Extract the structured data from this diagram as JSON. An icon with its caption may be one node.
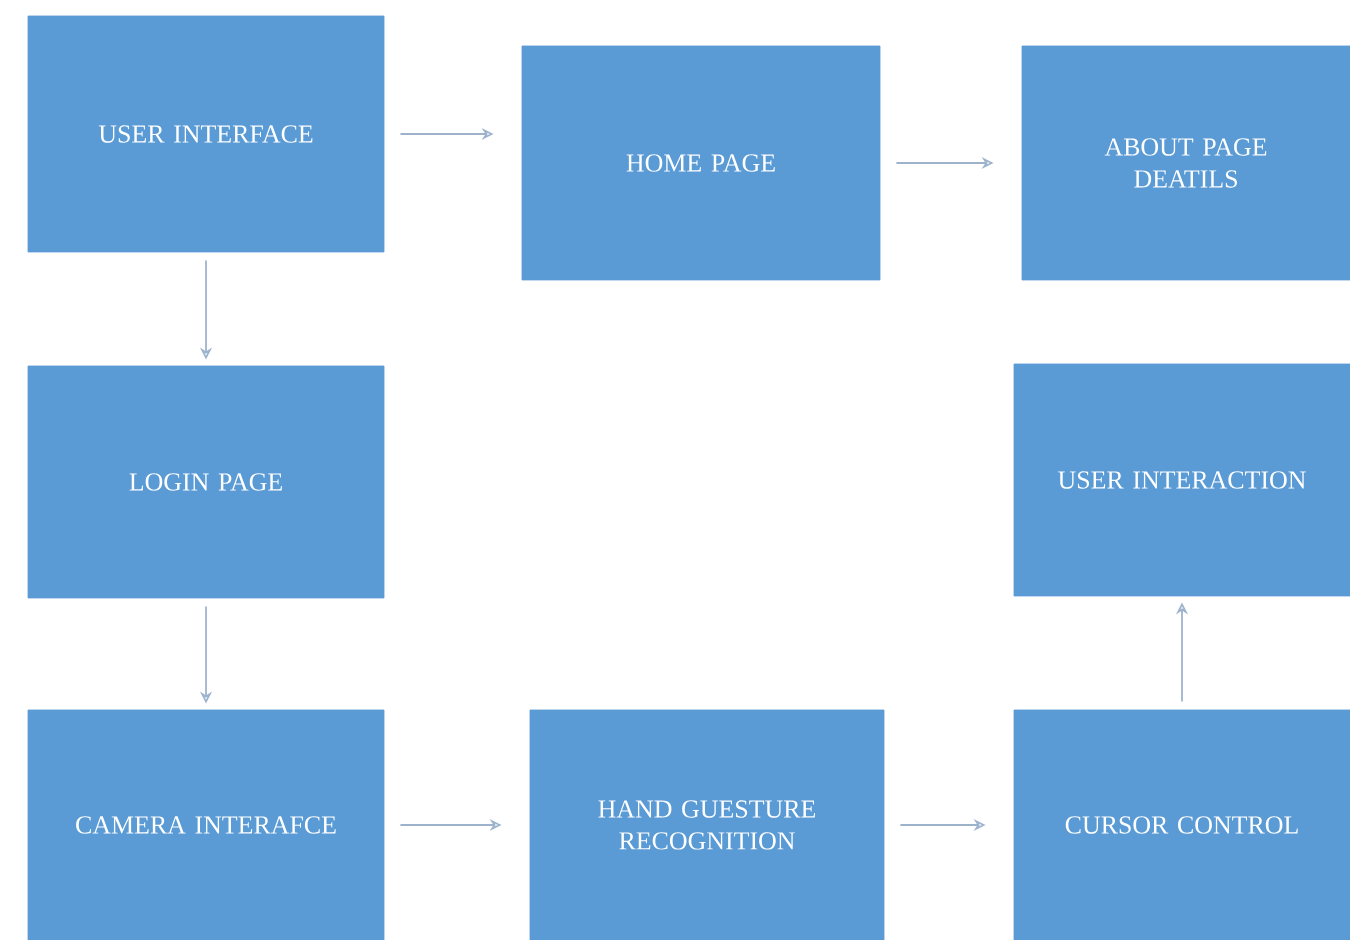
{
  "diagram": {
    "nodes": [
      {
        "text": [
          "USER INTERFACE"
        ]
      },
      {
        "text": [
          "HOME PAGE"
        ]
      },
      {
        "text": [
          "ABOUT PAGE DEATILS"
        ]
      },
      {
        "text": [
          "LOGIN PAGE"
        ]
      },
      {
        "text": [
          "USER INTERACTION"
        ]
      },
      {
        "text": [
          "CAMERA INTERAFCE"
        ]
      },
      {
        "text": [
          "HAND GUESTURE RECOGNITION"
        ]
      },
      {
        "text": [
          "CURSOR CONTROL"
        ]
      }
    ],
    "edges": [
      {
        "from": 0,
        "to": 1,
        "arrow": "to"
      },
      {
        "from": 1,
        "to": 2,
        "arrow": "to"
      },
      {
        "from": 0,
        "to": 3,
        "arrow": "to"
      },
      {
        "from": 3,
        "to": 5,
        "arrow": "to"
      },
      {
        "from": 5,
        "to": 6,
        "arrow": "to"
      },
      {
        "from": 6,
        "to": 7,
        "arrow": "to"
      },
      {
        "from": 7,
        "to": 4,
        "arrow": "to"
      }
    ]
  }
}
